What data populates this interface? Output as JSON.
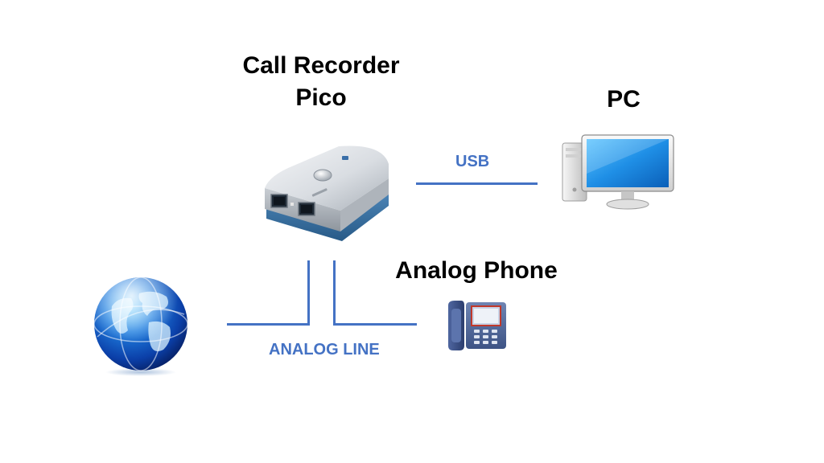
{
  "accent_color": "#4472C4",
  "labels": {
    "recorder_line1": "Call Recorder",
    "recorder_line2": "Pico",
    "pc": "PC",
    "analog_phone": "Analog Phone",
    "usb": "USB",
    "analog_line": "ANALOG LINE"
  },
  "icons": {
    "recorder": "call-recorder-device-icon",
    "pc": "desktop-computer-icon",
    "phone": "desk-phone-icon",
    "globe": "globe-icon"
  }
}
